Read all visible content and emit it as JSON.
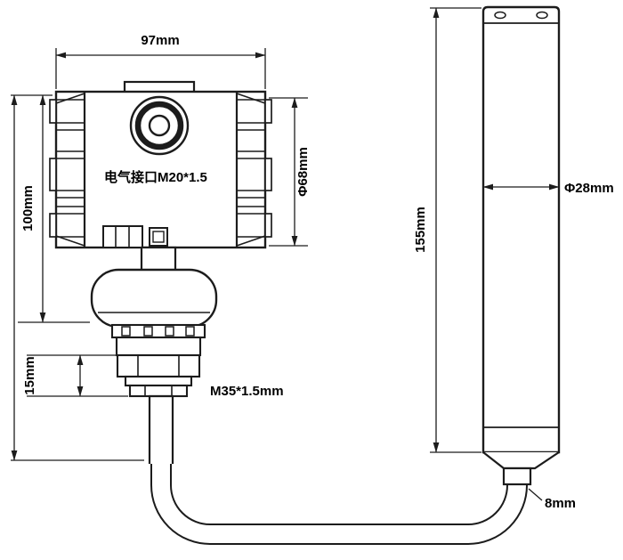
{
  "labels": {
    "housing_width": "97mm",
    "housing_height": "100mm",
    "housing_diameter": "Φ68mm",
    "electrical_port": "电气接口M20*1.5",
    "flange_height": "15mm",
    "thread_spec": "M35*1.5mm",
    "probe_length": "155mm",
    "probe_diameter": "Φ28mm",
    "cable_diameter": "8mm"
  },
  "colors": {
    "background": "#ffffff",
    "line": "#1c1c1c",
    "text": "#000000"
  }
}
